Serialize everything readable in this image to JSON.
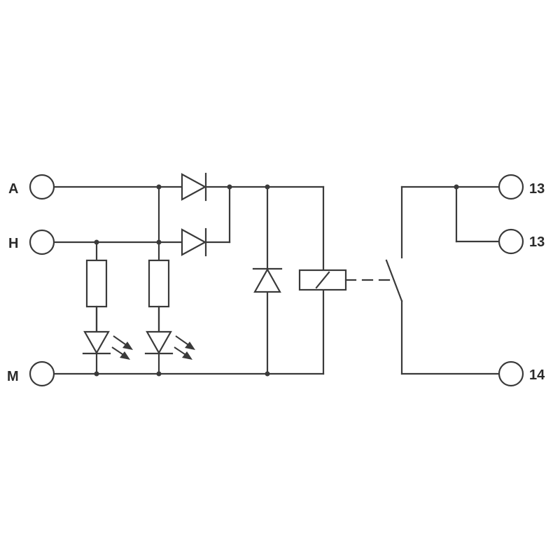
{
  "terminals": {
    "A": "A",
    "H": "H",
    "M": "M",
    "out_top": "13",
    "out_mid": "13",
    "out_bottom": "14"
  },
  "colors": {
    "line": "#3a3a3a",
    "background": "#ffffff"
  }
}
